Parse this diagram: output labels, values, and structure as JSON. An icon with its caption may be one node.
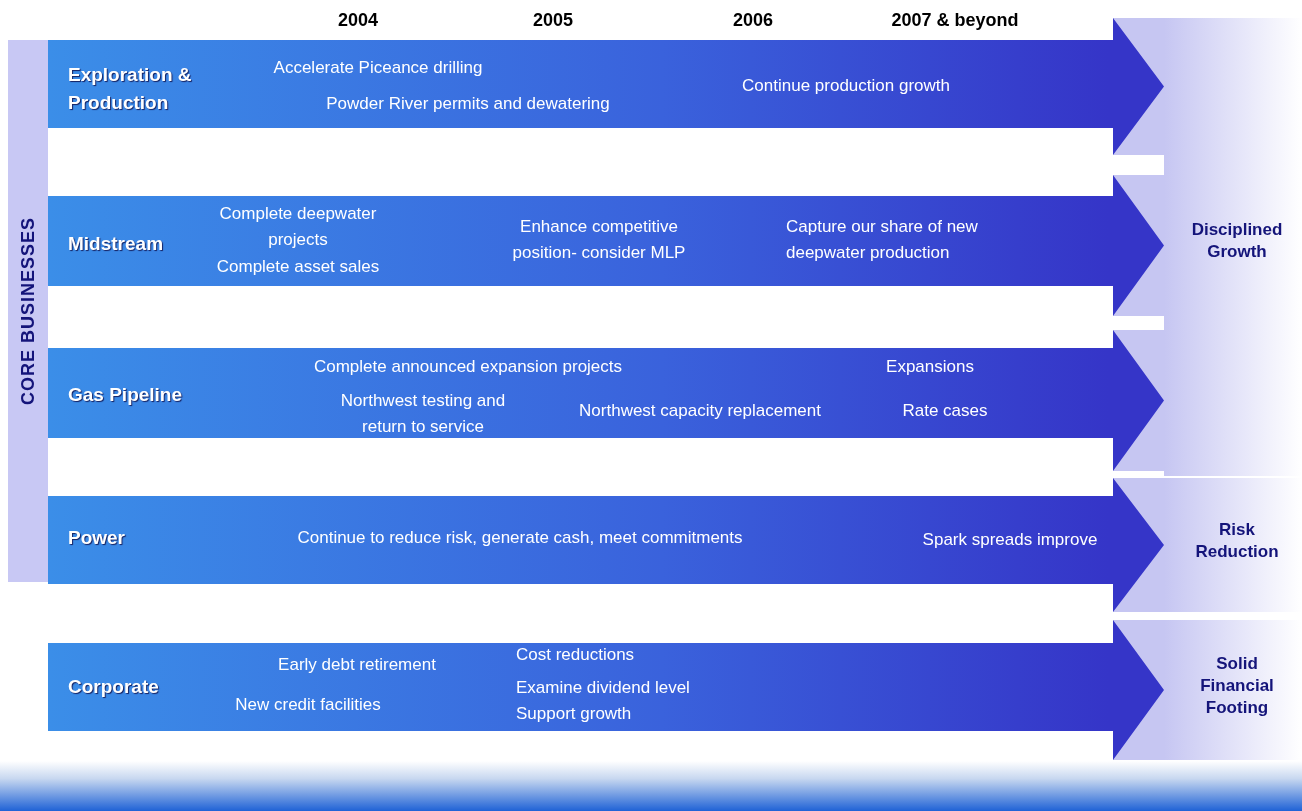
{
  "diagram": {
    "nodes": [
      {
        "text": [
          "CORE BUSINESSES"
        ]
      },
      {
        "text": [
          "Exploration & Production",
          "Accelerate Piceance drilling",
          "Powder River permits and dewatering",
          "Continue production growth"
        ]
      },
      {
        "text": [
          "Midstream",
          "Complete deepwater projects",
          "Complete asset sales",
          "Enhance competitive position- consider MLP",
          "Capture our share of new deepwater production"
        ]
      },
      {
        "text": [
          "Gas Pipeline",
          "Complete announced expansion projects",
          "Northwest testing and return to service",
          "Northwest capacity replacement",
          "Expansions",
          "Rate cases"
        ]
      },
      {
        "text": [
          "Power",
          "Continue to reduce risk, generate cash, meet commitments",
          "Spark spreads improve"
        ]
      },
      {
        "text": [
          "Corporate",
          "Early debt retirement",
          "New credit facilities",
          "Cost reductions",
          "Examine dividend level",
          "Support growth"
        ]
      },
      {
        "text": [
          "Disciplined Growth"
        ]
      },
      {
        "text": [
          "Risk Reduction"
        ]
      },
      {
        "text": [
          "Solid Financial Footing"
        ]
      }
    ],
    "labels": [
      "2004",
      "2005",
      "2006",
      "2007 & beyond"
    ]
  }
}
